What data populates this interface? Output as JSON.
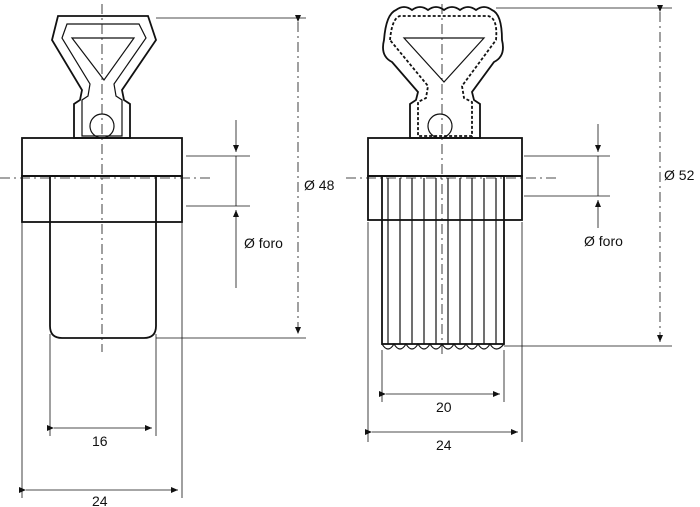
{
  "left_part": {
    "diameter_label": "Ø 48",
    "hole_label": "Ø foro",
    "insert_width_label": "16",
    "body_width_label": "24"
  },
  "right_part": {
    "diameter_label": "Ø 52",
    "hole_label": "Ø foro",
    "insert_width_label": "20",
    "body_width_label": "24"
  }
}
